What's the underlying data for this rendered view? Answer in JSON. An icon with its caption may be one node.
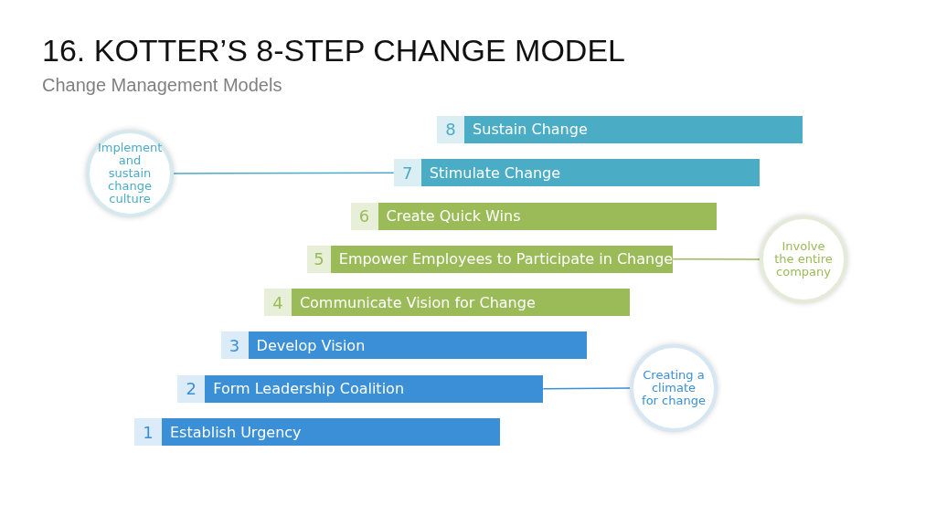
{
  "diagram": {
    "title": "16. KOTTER’S 8-STEP CHANGE MODEL",
    "caption": "Change Management Models",
    "nodes": [
      {
        "text": [
          "8",
          "Sustain Change"
        ]
      },
      {
        "text": [
          "7",
          "Stimulate Change"
        ]
      },
      {
        "text": [
          "6",
          "Create Quick Wins"
        ]
      },
      {
        "text": [
          "5",
          "Empower Employees to Participate in Change"
        ]
      },
      {
        "text": [
          "4",
          "Communicate Vision for Change"
        ]
      },
      {
        "text": [
          "3",
          "Develop Vision"
        ]
      },
      {
        "text": [
          "2",
          "Form Leadership Coalition"
        ]
      },
      {
        "text": [
          "1",
          "Establish Urgency"
        ]
      },
      {
        "text": [
          "Implement and sustain change culture"
        ]
      },
      {
        "text": [
          "Involve the entire company"
        ]
      },
      {
        "text": [
          "Creating a climate for change"
        ]
      }
    ],
    "edges": [
      {
        "from": 8,
        "to": 1,
        "arrow": "none",
        "color": "#4bacc6"
      },
      {
        "from": 3,
        "to": 9,
        "arrow": "none",
        "color": "#9bbb59"
      },
      {
        "from": 6,
        "to": 10,
        "arrow": "none",
        "color": "#3a8fd6"
      }
    ]
  }
}
